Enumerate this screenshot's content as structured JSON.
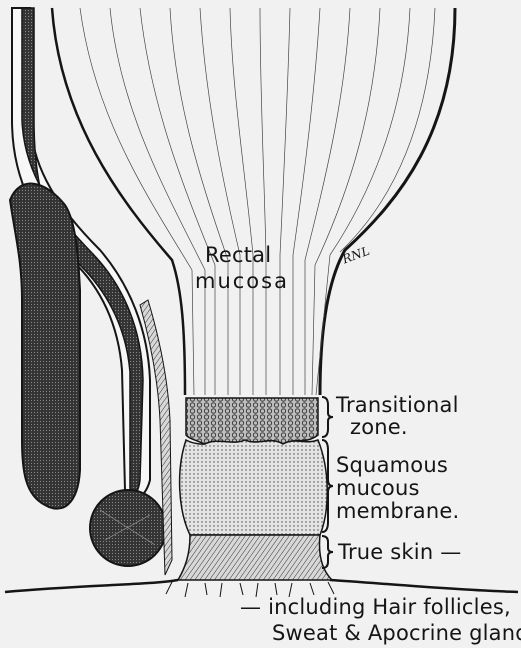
{
  "figure": {
    "labels": {
      "rectal_mucosa_line1": "Rectal",
      "rectal_mucosa_line2": "mucosa",
      "transitional_line1": "Transitional",
      "transitional_line2": "zone.",
      "squamous_line1": "Squamous",
      "squamous_line2": "mucous",
      "squamous_line3": "membrane.",
      "true_skin": "True skin —",
      "including_line1": "— including Hair follicles,",
      "including_line2": "Sweat & Apocrine glands.",
      "signature": "RNL"
    },
    "colors": {
      "ink": "#151515",
      "paper": "#f1f1f1",
      "muscle_fill": "#2c2c2c"
    }
  }
}
